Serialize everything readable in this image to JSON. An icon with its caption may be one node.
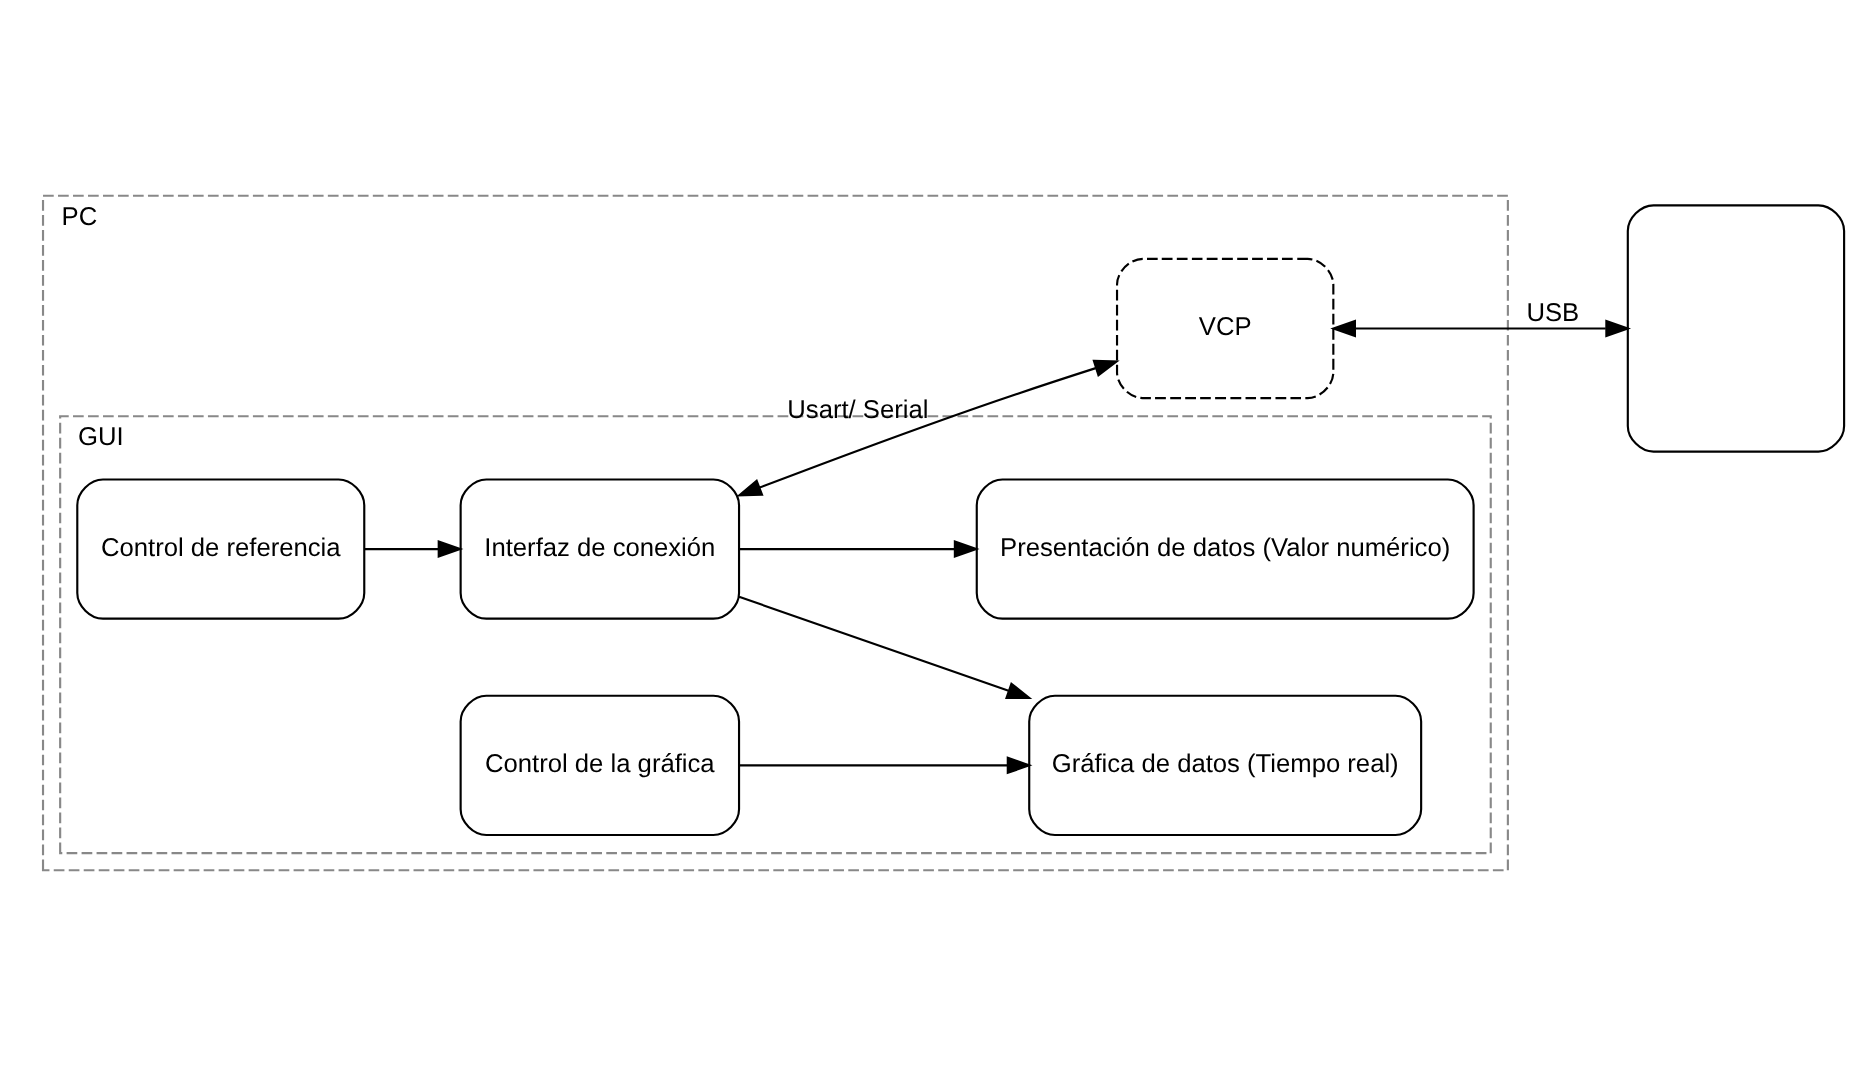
{
  "diagram": {
    "nodes": [
      {
        "text": [
          "PC"
        ]
      },
      {
        "text": [
          "GUI"
        ],
        "in": 0
      },
      {
        "text": [
          "Presentación de datos (Valor numérico)"
        ],
        "in": 1
      },
      {
        "text": [
          "Control de la gráfica"
        ],
        "in": 1
      },
      {
        "text": [
          "Gráfica de datos (Tiempo real)"
        ],
        "in": 1
      },
      {
        "text": [
          "Interfaz de conexión"
        ],
        "in": 1
      },
      {
        "text": [
          "Control de referencia"
        ],
        "in": 1
      },
      {
        "text": [
          "VCP"
        ],
        "in": 0
      },
      {
        "text": [],
        "shape": "box"
      }
    ],
    "edges": [
      {
        "from": 3,
        "to": 4,
        "arrow": "to"
      },
      {
        "from": 5,
        "to": 4,
        "arrow": "to"
      },
      {
        "from": 5,
        "to": 2,
        "arrow": "to"
      },
      {
        "from": 6,
        "to": 5,
        "arrow": "to"
      },
      {
        "from": 5,
        "to": 7,
        "label": "Usart/ Serial",
        "arrow": "both"
      },
      {
        "from": 7,
        "to": 8,
        "label": "USB",
        "arrow": "both"
      }
    ]
  }
}
